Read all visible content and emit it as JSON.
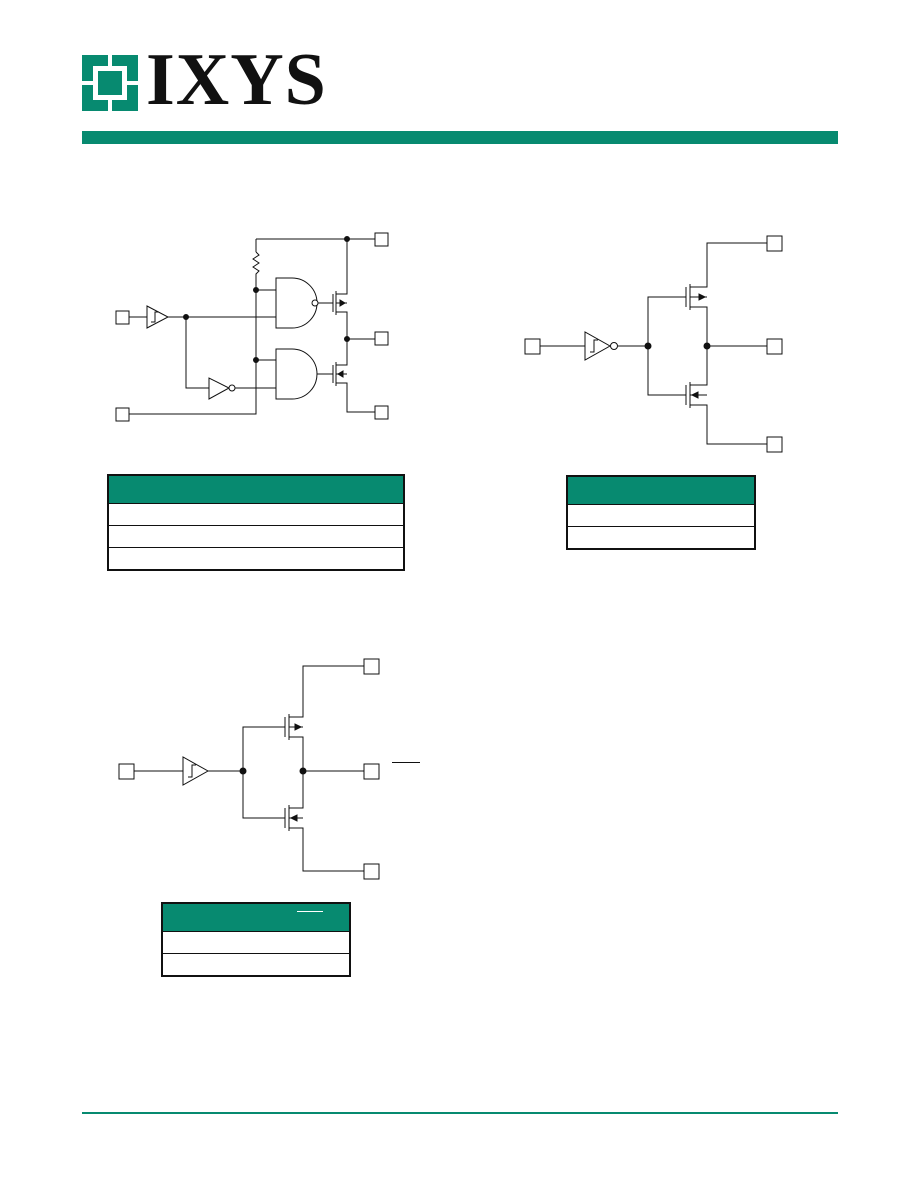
{
  "brand": {
    "name": "IXYS",
    "primary_color": "#078a70",
    "ink_color": "#111111"
  },
  "icons": [
    "ixys-logo-mark-icon",
    "schmitt-buffer-icon",
    "inverter-icon",
    "and-gate-icon",
    "mosfet-icon",
    "pin-box-icon"
  ],
  "tables": [
    {
      "name": "truth-table-1",
      "header_color": "#078a70",
      "rows": 3
    },
    {
      "name": "truth-table-2",
      "header_color": "#078a70",
      "rows": 2
    },
    {
      "name": "truth-table-3",
      "header_color": "#078a70",
      "rows": 2
    }
  ]
}
